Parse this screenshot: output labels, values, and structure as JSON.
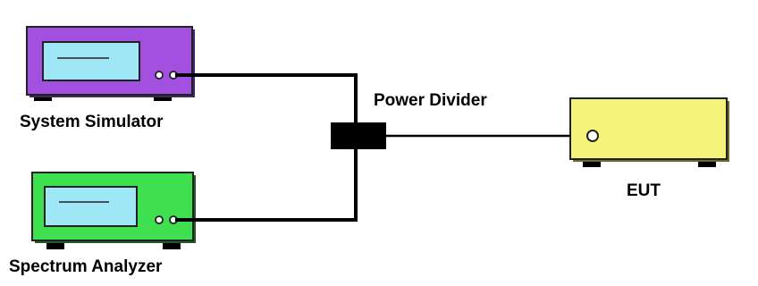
{
  "labels": {
    "system_simulator": "System Simulator",
    "spectrum_analyzer": "Spectrum Analyzer",
    "power_divider": "Power Divider",
    "eut": "EUT"
  },
  "colors": {
    "system_simulator_body": "#a34fe0",
    "spectrum_analyzer_body": "#3fe04f",
    "screen": "#9fe6f6",
    "eut_body": "#f4f47a",
    "power_divider": "#000000",
    "cable": "#000000"
  },
  "icons": {
    "port": "double-circle-connector",
    "eut_port": "circle-connector"
  }
}
